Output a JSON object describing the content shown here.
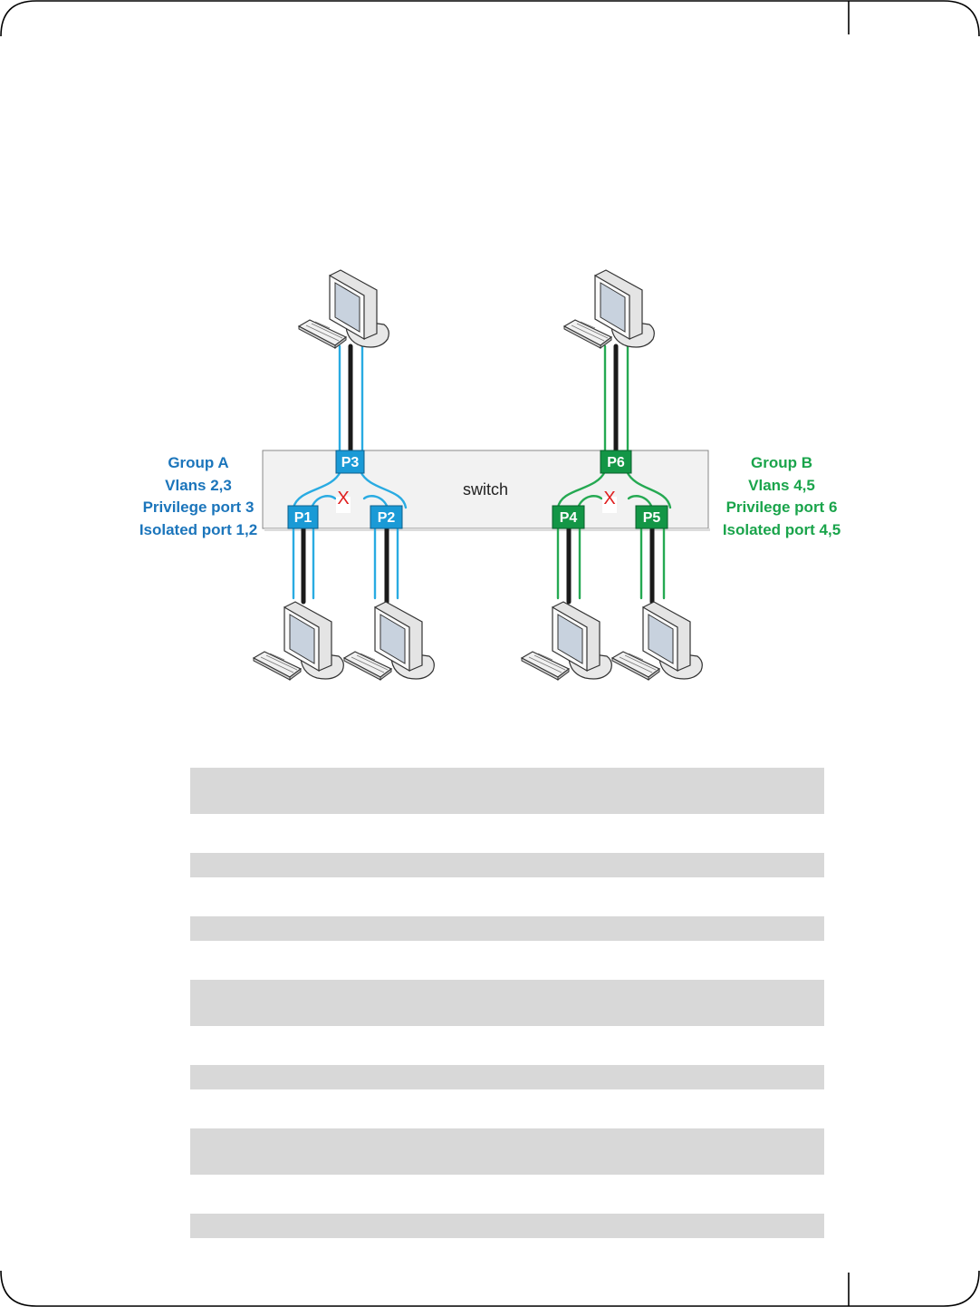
{
  "diagram": {
    "switch_label": "switch",
    "ports": {
      "p1": "P1",
      "p2": "P2",
      "p3": "P3",
      "p4": "P4",
      "p5": "P5",
      "p6": "P6"
    },
    "blocked_symbol": "X",
    "group_a": {
      "title": "Group A",
      "vlans": "Vlans 2,3",
      "privilege": "Privilege port  3",
      "isolated": "Isolated port 1,2"
    },
    "group_b": {
      "title": "Group B",
      "vlans": "Vlans 4,5",
      "privilege": "Privilege port  6",
      "isolated": "Isolated port 4,5"
    },
    "colors": {
      "group_a": "#1b75bb",
      "group_a_port": "#1a9ad6",
      "group_a_link": "#29abe2",
      "group_b": "#1aa44b",
      "group_b_port": "#139646",
      "group_b_link": "#25a952",
      "blocked": "#e02020",
      "cable": "#1a1a1a",
      "switch_fill": "#f2f2f2"
    }
  }
}
